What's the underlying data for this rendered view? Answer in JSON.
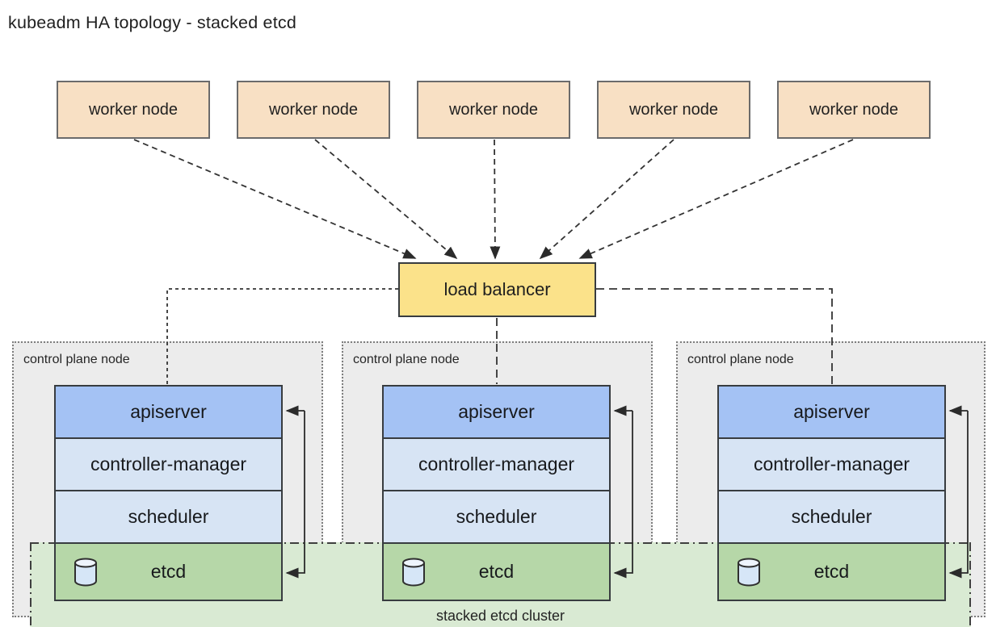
{
  "title": "kubeadm HA topology - stacked etcd",
  "worker_nodes": [
    {
      "label": "worker node"
    },
    {
      "label": "worker node"
    },
    {
      "label": "worker node"
    },
    {
      "label": "worker node"
    },
    {
      "label": "worker node"
    }
  ],
  "load_balancer": {
    "label": "load balancer"
  },
  "control_planes": [
    {
      "label": "control plane node",
      "components": [
        {
          "name": "apiserver"
        },
        {
          "name": "controller-manager"
        },
        {
          "name": "scheduler"
        },
        {
          "name": "etcd",
          "icon": "database-cylinder-icon"
        }
      ]
    },
    {
      "label": "control plane node",
      "components": [
        {
          "name": "apiserver"
        },
        {
          "name": "controller-manager"
        },
        {
          "name": "scheduler"
        },
        {
          "name": "etcd",
          "icon": "database-cylinder-icon"
        }
      ]
    },
    {
      "label": "control plane node",
      "components": [
        {
          "name": "apiserver"
        },
        {
          "name": "controller-manager"
        },
        {
          "name": "scheduler"
        },
        {
          "name": "etcd",
          "icon": "database-cylinder-icon"
        }
      ]
    }
  ],
  "etcd_cluster": {
    "label": "stacked etcd cluster"
  },
  "colors": {
    "canvas_bg": "#ffffff",
    "text_color": "#1f1f1f",
    "worker_fill": "#f8e0c4",
    "worker_border": "#6b6b6b",
    "lb_fill": "#fbe28a",
    "box_border": "#383c40",
    "cp_fill": "#ececec",
    "cp_border": "#7d7d7d",
    "apiserver_fill": "#a4c2f4",
    "component_fill": "#d7e4f4",
    "etcd_fill": "#b6d7a8",
    "cluster_fill": "#d9ead3"
  }
}
